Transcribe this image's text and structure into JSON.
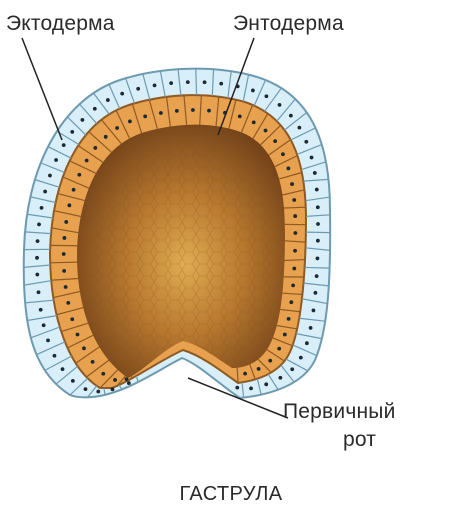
{
  "labels": {
    "ectoderm": "Эктодерма",
    "endoderm": "Энтодерма",
    "primary_mouth_line1": "Первичный",
    "primary_mouth_line2": "рот"
  },
  "caption": "ГАСТРУЛА",
  "colors": {
    "ectoderm_fill": "#d8eef8",
    "ectoderm_outline": "#6e9ab0",
    "endoderm_fill": "#e8a14e",
    "endoderm_outline": "#8e5a24",
    "cavity_center": "#d7a24a",
    "cavity_edge": "#6b3c16",
    "nucleus": "#1c2a33",
    "leader_line": "#222222"
  }
}
